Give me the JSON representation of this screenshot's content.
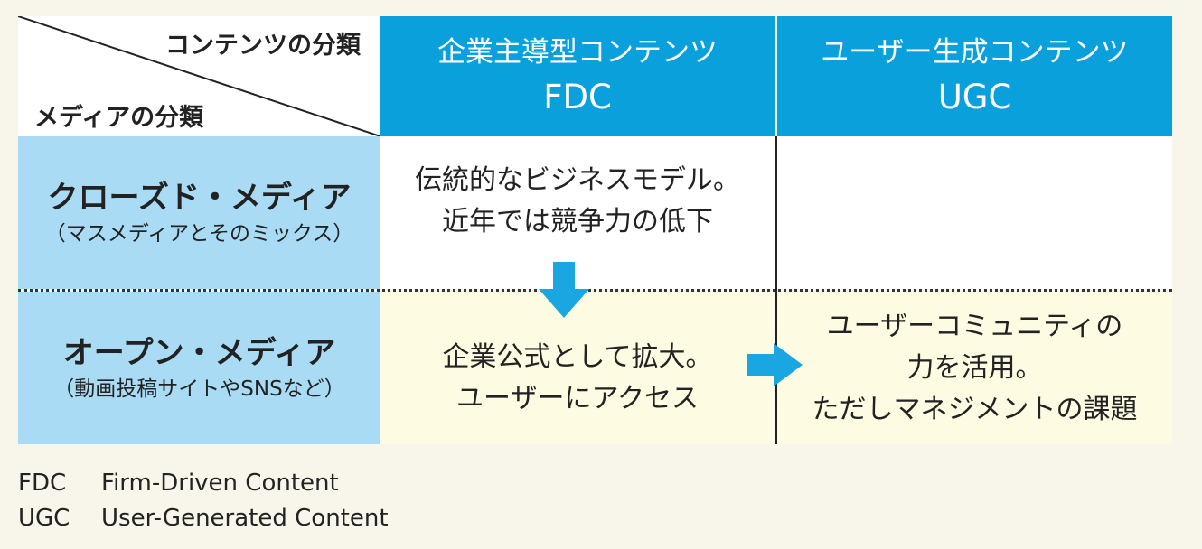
{
  "header": {
    "corner_top_label": "コンテンツの分類",
    "corner_bottom_label": "メディアの分類",
    "columns": [
      {
        "title": "企業主導型コンテンツ",
        "abbr": "FDC"
      },
      {
        "title": "ユーザー生成コンテンツ",
        "abbr": "UGC"
      }
    ]
  },
  "rows": [
    {
      "title": "クローズド・メディア",
      "subtitle": "（マスメディアとそのミックス）",
      "cells": [
        {
          "lines": [
            "伝統的なビジネスモデル。",
            "近年では競争力の低下"
          ]
        },
        {
          "lines": []
        }
      ]
    },
    {
      "title": "オープン・メディア",
      "subtitle": "（動画投稿サイトやSNSなど）",
      "cells": [
        {
          "lines": [
            "企業公式として拡大。",
            "ユーザーにアクセス"
          ]
        },
        {
          "lines": [
            "ユーザーコミュニティの",
            "力を活用。",
            "ただしマネジメントの課題"
          ]
        }
      ]
    }
  ],
  "legend": [
    {
      "abbr": "FDC",
      "text": "Firm-Driven Content"
    },
    {
      "abbr": "UGC",
      "text": "User-Generated Content"
    }
  ],
  "colors": {
    "header_blue": "#0aa0dc",
    "row_header_light_blue": "#a9dcf4",
    "open_media_cream": "#fdfbe1",
    "arrow_blue": "#1aa6e0",
    "background": "#f8f5ea"
  }
}
